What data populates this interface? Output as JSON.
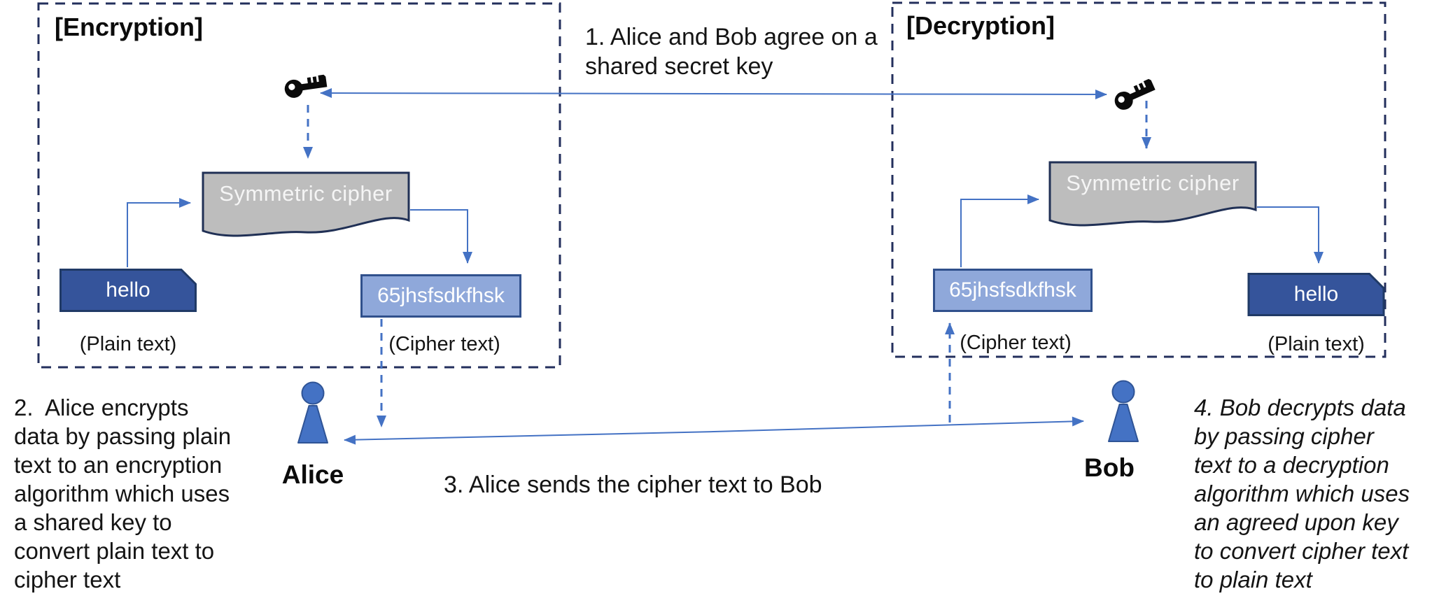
{
  "colors": {
    "accent_connector": "#4472c4",
    "panel_border": "#232f5c",
    "dark_box_fill": "#35549b",
    "dark_box_border": "#203a66",
    "light_box_fill": "#8fa8da",
    "light_box_border": "#30508c",
    "doc_fill": "#bdbdbd",
    "doc_border": "#203055",
    "figure_fill": "#4472c4",
    "figure_border": "#2f5496",
    "key_color": "#0a0a0a",
    "text_color": "#111111"
  },
  "encryption_panel": {
    "title": "[Encryption]",
    "algorithm_label": "Symmetric cipher",
    "plaintext_value": "hello",
    "plaintext_caption": "(Plain text)",
    "ciphertext_value": "65jhsfsdkfhsk",
    "ciphertext_caption": "(Cipher text)"
  },
  "decryption_panel": {
    "title": "[Decryption]",
    "algorithm_label": "Symmetric cipher",
    "plaintext_value": "hello",
    "plaintext_caption": "(Plain text)",
    "ciphertext_value": "65jhsfsdkfhsk",
    "ciphertext_caption": "(Cipher text)"
  },
  "actors": {
    "alice": "Alice",
    "bob": "Bob"
  },
  "steps": {
    "step1": "1. Alice and Bob agree on a\nshared secret key",
    "step2": "2.  Alice encrypts\ndata by passing plain\ntext to an encryption\nalgorithm which uses\na shared key to\nconvert plain text to\ncipher text",
    "step3": "3. Alice sends the cipher text to Bob",
    "step4": "4. Bob decrypts data\nby passing cipher\ntext to a decryption\nalgorithm which uses\nan agreed upon key\nto convert cipher text\nto plain text"
  },
  "icons": {
    "shared_key_left": "key-icon",
    "shared_key_right": "key-icon",
    "alice_figure": "person-icon",
    "bob_figure": "person-icon"
  }
}
